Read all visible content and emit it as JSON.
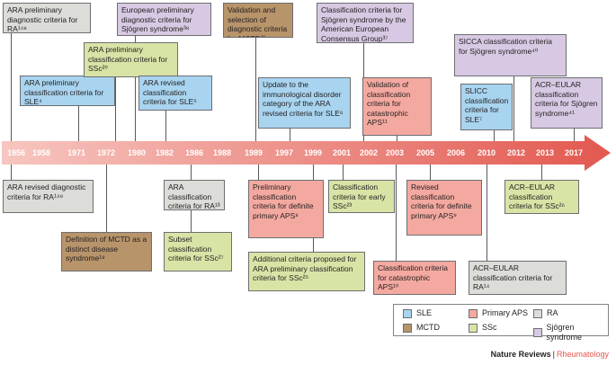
{
  "events": [
    {
      "id": "e1",
      "cat": "ra",
      "text": "ARA preliminary diagnostic criteria for RA¹⁴⁸"
    },
    {
      "id": "e2",
      "cat": "sle",
      "text": "ARA preliminary classification criteria for SLE⁴"
    },
    {
      "id": "e3",
      "cat": "ra",
      "text": "ARA revised diagnostic criteria for RA¹⁴⁹"
    },
    {
      "id": "e4",
      "cat": "mctd",
      "text": "Definition of MCTD as a distinct disease syndrome¹⁹"
    },
    {
      "id": "e5",
      "cat": "ssc",
      "text": "ARA preliminary classification criteria for SSc²⁰"
    },
    {
      "id": "e6",
      "cat": "sjo",
      "text": "European preliminary diagnostic criteria for Sjögren syndrome³⁸"
    },
    {
      "id": "e7",
      "cat": "sle",
      "text": "ARA revised classification criteria for SLE⁵"
    },
    {
      "id": "e8",
      "cat": "ra",
      "text": "ARA classification criteria for RA¹³"
    },
    {
      "id": "e9",
      "cat": "ssc",
      "text": "Subset classification criteria for SSc²⁷"
    },
    {
      "id": "e10",
      "cat": "mctd",
      "text": "Validation and selection of diagnostic criteria for MCTD²¹"
    },
    {
      "id": "e11",
      "cat": "sle",
      "text": "Update to the immunological disorder category of the ARA revised criteria for SLE⁶"
    },
    {
      "id": "e12",
      "cat": "aps",
      "text": "Preliminary classification criteria for definite primary APS⁸"
    },
    {
      "id": "e13",
      "cat": "ssc",
      "text": "Additional criteria proposed for ARA preliminary classification criteria for SSc²⁵"
    },
    {
      "id": "e14",
      "cat": "ssc",
      "text": "Classification criteria for early SSc²³"
    },
    {
      "id": "e15",
      "cat": "sjo",
      "text": "Classification criteria for Sjögren syndrome by the American European Consensus Group³⁷"
    },
    {
      "id": "e16",
      "cat": "aps",
      "text": "Validation of classification criteria for catastrophic APS¹¹"
    },
    {
      "id": "e17",
      "cat": "aps",
      "text": "Classification criteria for catastrophic APS¹⁰"
    },
    {
      "id": "e18",
      "cat": "aps",
      "text": "Revised classification criteria for definite primary APS⁹"
    },
    {
      "id": "e19",
      "cat": "sle",
      "text": "SLICC classification criteria for SLE⁷"
    },
    {
      "id": "e20",
      "cat": "sjo",
      "text": "SICCA classification criteria for Sjögren syndrome⁴⁰"
    },
    {
      "id": "e21",
      "cat": "ra",
      "text": "ACR–EULAR classification criteria for RA¹⁴"
    },
    {
      "id": "e22",
      "cat": "ssc",
      "text": "ACR–EULAR classification criteria for SSc²⁶"
    },
    {
      "id": "e23",
      "cat": "sjo",
      "text": "ACR–EULAR classification criteria for Sjögren syndrome⁴¹"
    }
  ],
  "years": [
    "1956",
    "1958",
    "1971",
    "1972",
    "1980",
    "1982",
    "1986",
    "1988",
    "1989",
    "1997",
    "1999",
    "2001",
    "2002",
    "2003",
    "2005",
    "2006",
    "2010",
    "2012",
    "2013",
    "2017"
  ],
  "legend": [
    {
      "cat": "sle",
      "label": "SLE"
    },
    {
      "cat": "aps",
      "label": "Primary APS"
    },
    {
      "cat": "ra",
      "label": "RA"
    },
    {
      "cat": "mctd",
      "label": "MCTD"
    },
    {
      "cat": "ssc",
      "label": "SSc"
    },
    {
      "cat": "sjo",
      "label": "Sjögren syndrome"
    }
  ],
  "colors": {
    "sle": "#a8d4ef",
    "aps": "#f4a9a0",
    "ra": "#dcdcd8",
    "mctd": "#b8946a",
    "ssc": "#d8e4a6",
    "sjo": "#d7c9e3",
    "arrow_start": "#f7c6c0",
    "arrow_end": "#e2584f"
  },
  "credit": {
    "journal": "Nature Reviews",
    "divider": "|",
    "section": "Rheumatology"
  }
}
